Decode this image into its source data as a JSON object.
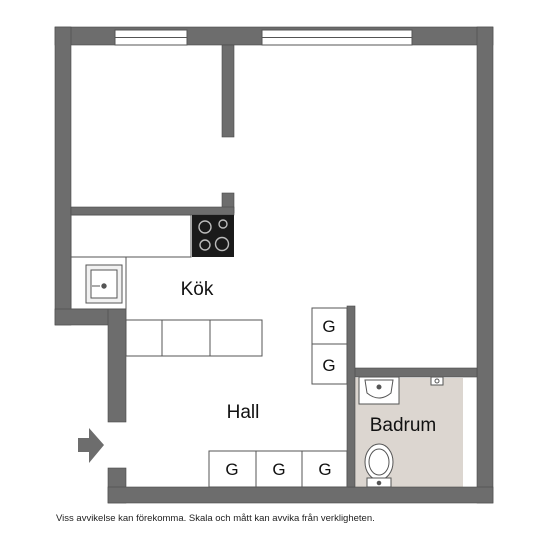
{
  "rooms": {
    "kitchen": "Kök",
    "hall": "Hall",
    "bathroom": "Badrum"
  },
  "wardrobe_label": "G",
  "disclaimer": "Viss avvikelse kan förekomma. Skala och mått kan avvika från verkligheten.",
  "colors": {
    "wall": "#6d6d6d",
    "wall_stroke": "#4a4a4a",
    "bathroom_floor": "#dcd6d0",
    "fixture_line": "#555555",
    "stove": "#1a1a1a",
    "arrow": "#6d6d6d"
  },
  "icons": [
    "entrance-arrow-icon",
    "stove-icon",
    "kitchen-sink-icon",
    "washbasin-icon",
    "toilet-icon",
    "faucet-icon"
  ]
}
